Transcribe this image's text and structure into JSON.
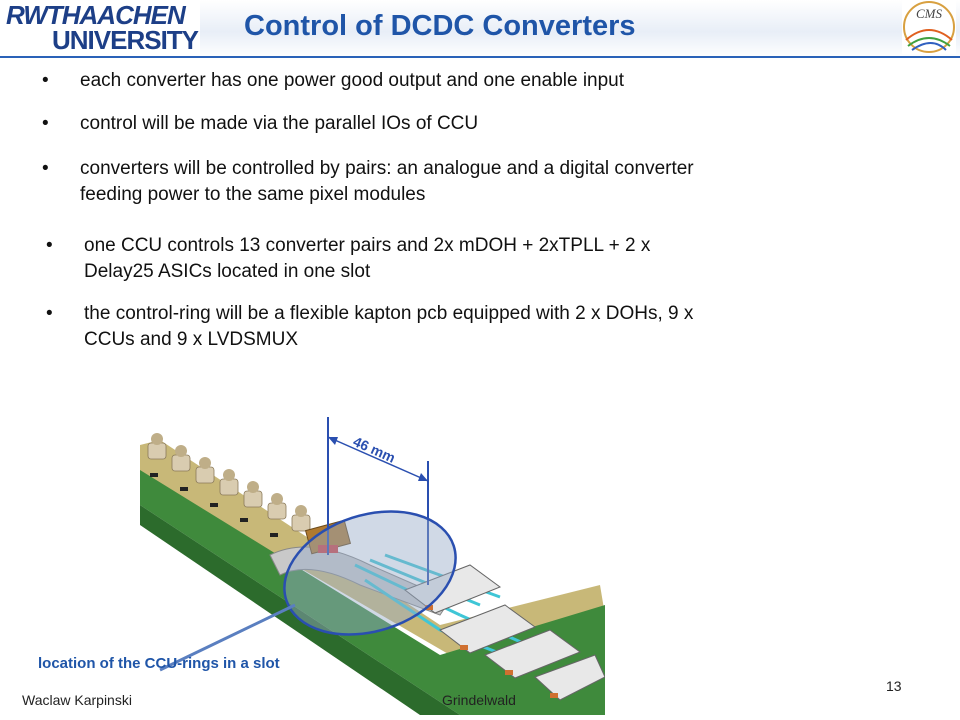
{
  "header": {
    "logo_line1_a": "RWTH",
    "logo_line1_b": "AACHEN",
    "logo_line2": "UNIVERSITY",
    "title": "Control of DCDC Converters",
    "cms_label": "CMS"
  },
  "bullets": [
    {
      "lines": [
        "each converter has one power good output and one enable input"
      ]
    },
    {
      "lines": [
        "control will be made via the parallel IOs of  CCU"
      ]
    },
    {
      "lines": [
        "converters will be controlled  by pairs: an analogue and a digital converter",
        "feeding power to the same pixel modules"
      ]
    },
    {
      "lines": [
        "one CCU controls 13 converter pairs and 2x mDOH + 2xTPLL + 2 x",
        "Delay25 ASICs located in one slot"
      ]
    },
    {
      "lines": [
        "the control-ring will be a flexible kapton pcb equipped with 2 x DOHs, 9 x",
        "CCUs and 9 x LVDSMUX"
      ]
    }
  ],
  "figure": {
    "dimension_label": "46 mm",
    "caption": "location of the CCU-rings in a slot"
  },
  "footer": {
    "author": "Waclaw Karpinski",
    "location": "Grindelwald",
    "page_number": "13"
  }
}
